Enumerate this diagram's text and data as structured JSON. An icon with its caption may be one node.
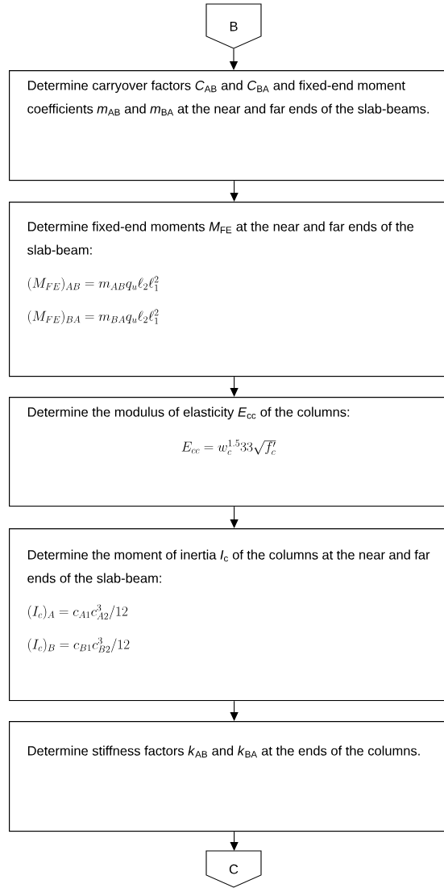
{
  "diagram": {
    "nodes": [
      {
        "text": [
          "B"
        ]
      },
      {
        "text": [
          "Determine carryover factors *C*$_{AB}$ and *C*$_{BA}$ and fixed-end moment coefficients *m*$_{AB}$ and *m*$_{BA}$ at the near and far ends of the slab-beams."
        ]
      },
      {
        "text": [
          "Determine fixed-end moments *M*$_{FE}$ at the near and far ends of the slab-beam:",
          "(M_{FE})_{AB} = m_{AB}q_u\\ell_2\\ell_1^2",
          "(M_{FE})_{BA} = m_{BA}q_u\\ell_2\\ell_1^2"
        ]
      },
      {
        "text": [
          "Determine the modulus of elasticity *E*$_{cc}$ of the columns:",
          "E_{cc} = w_c^{1.5}33\\sqrt{f'_c}"
        ]
      },
      {
        "text": [
          "Determine the moment of inertia *I*$_{c}$ of the columns at the near and far ends of the slab-beam:",
          "(I_c)_A = c_{A1}c_{A2}^3/12",
          "(I_c)_B = c_{B1}c_{B2}^3/12"
        ]
      },
      {
        "text": [
          "Determine stiffness factors *k*$_{AB}$ and *k*$_{BA}$ at the ends of the columns."
        ]
      },
      {
        "text": [
          "C"
        ]
      }
    ],
    "edges": [
      {
        "from": 0,
        "to": 1,
        "arrow": "to"
      },
      {
        "from": 1,
        "to": 2,
        "arrow": "to"
      },
      {
        "from": 2,
        "to": 3,
        "arrow": "to"
      },
      {
        "from": 3,
        "to": 4,
        "arrow": "to"
      },
      {
        "from": 4,
        "to": 5,
        "arrow": "to"
      },
      {
        "from": 5,
        "to": 6,
        "arrow": "to"
      }
    ]
  }
}
